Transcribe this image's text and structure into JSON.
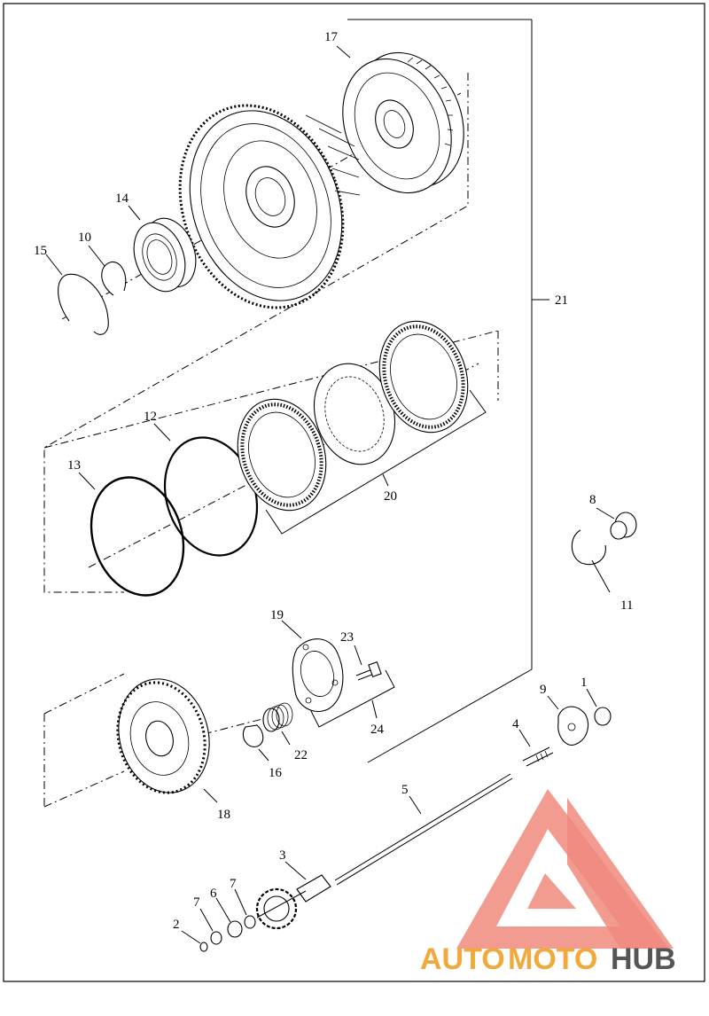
{
  "labels": {
    "p1": "1",
    "p2": "2",
    "p3": "3",
    "p4": "4",
    "p5": "5",
    "p6": "6",
    "p7a": "7",
    "p7b": "7",
    "p8": "8",
    "p9": "9",
    "p10": "10",
    "p11": "11",
    "p12": "12",
    "p13": "13",
    "p14": "14",
    "p15": "15",
    "p16": "16",
    "p17": "17",
    "p18": "18",
    "p19": "19",
    "p20": "20",
    "p21": "21",
    "p22": "22",
    "p23": "23",
    "p24": "24"
  },
  "watermark": {
    "part1": "AUTO",
    "part2": "MOTO",
    "part3": "HUB",
    "colors": {
      "logo": "#f08a7e",
      "orange": "#f2a93b",
      "gray": "#555555"
    }
  }
}
